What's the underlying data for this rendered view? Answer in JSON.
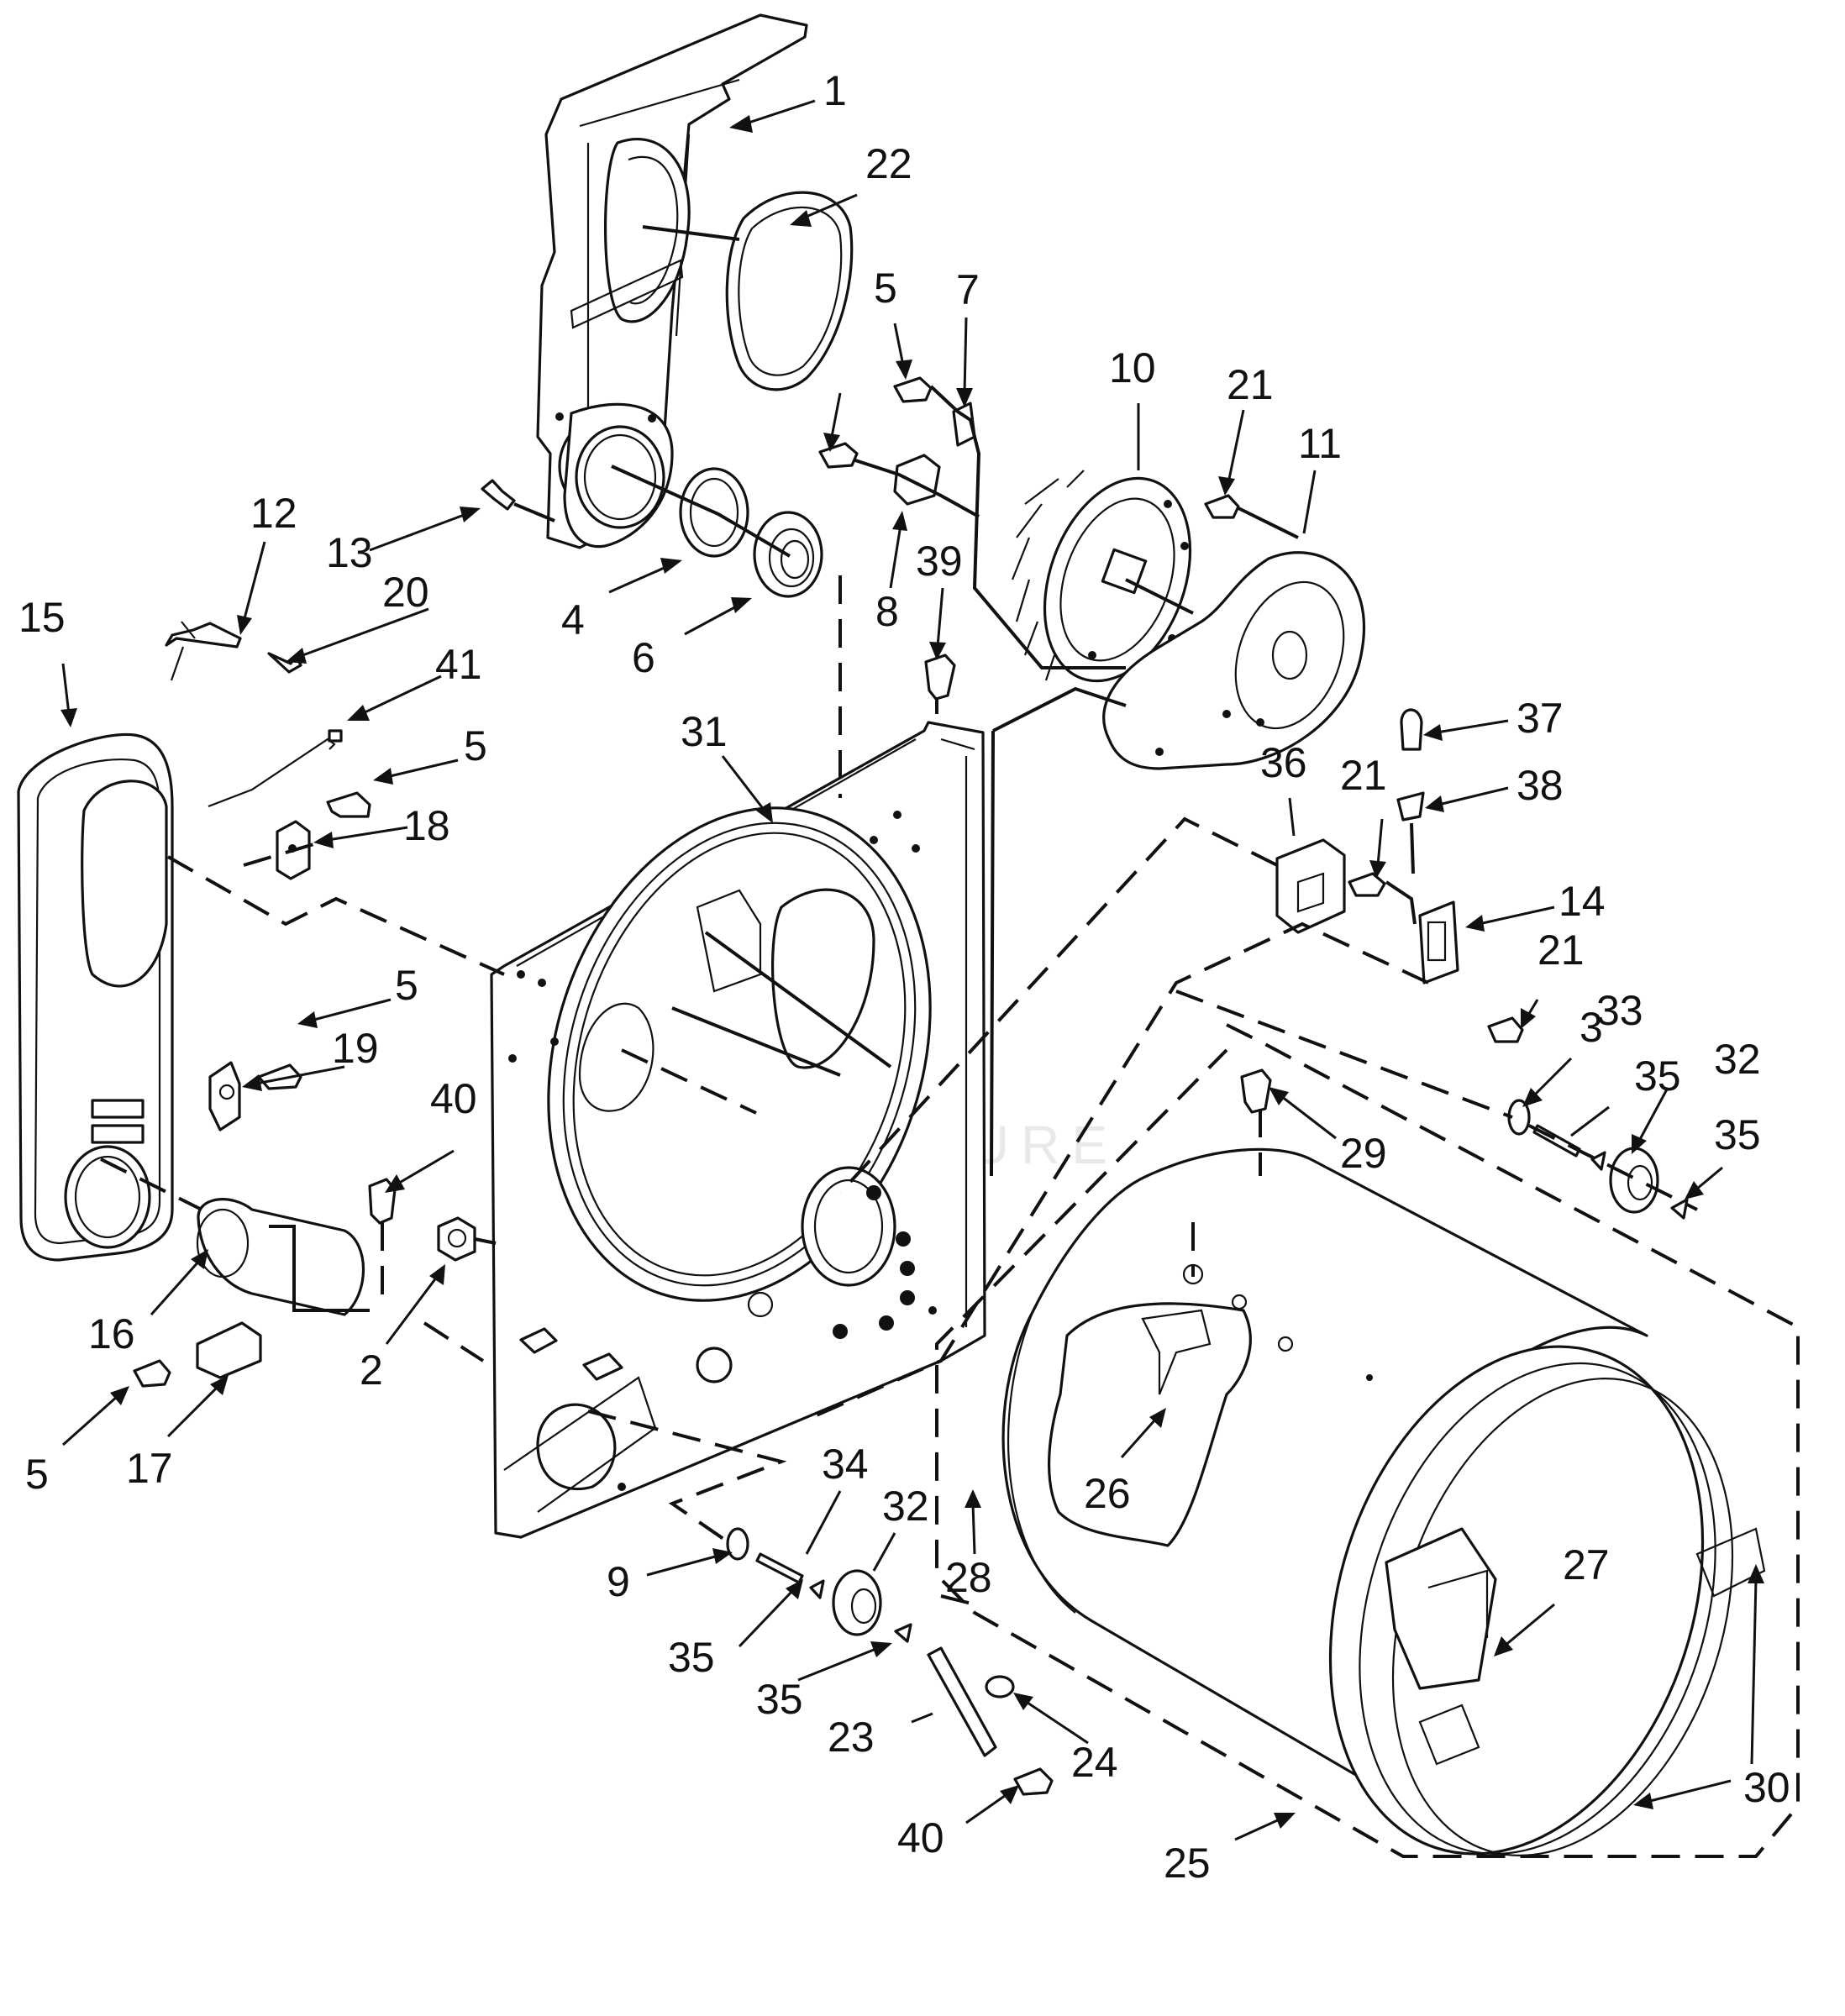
{
  "watermark": "LEADVENTURE",
  "callouts": [
    {
      "id": "c1",
      "text": "1"
    },
    {
      "id": "c22",
      "text": "22"
    },
    {
      "id": "c5a",
      "text": "5"
    },
    {
      "id": "c7",
      "text": "7"
    },
    {
      "id": "c10",
      "text": "10"
    },
    {
      "id": "c21a",
      "text": "21"
    },
    {
      "id": "c11",
      "text": "11"
    },
    {
      "id": "c12",
      "text": "12"
    },
    {
      "id": "c13",
      "text": "13"
    },
    {
      "id": "c20",
      "text": "20"
    },
    {
      "id": "c4",
      "text": "4"
    },
    {
      "id": "c6",
      "text": "6"
    },
    {
      "id": "c8",
      "text": "8"
    },
    {
      "id": "c39",
      "text": "39"
    },
    {
      "id": "c15",
      "text": "15"
    },
    {
      "id": "c41",
      "text": "41"
    },
    {
      "id": "c5b",
      "text": "5"
    },
    {
      "id": "c18",
      "text": "18"
    },
    {
      "id": "c31",
      "text": "31"
    },
    {
      "id": "c37",
      "text": "37"
    },
    {
      "id": "c36",
      "text": "36"
    },
    {
      "id": "c21b",
      "text": "21"
    },
    {
      "id": "c38",
      "text": "38"
    },
    {
      "id": "c14",
      "text": "14"
    },
    {
      "id": "c5c",
      "text": "5"
    },
    {
      "id": "c19",
      "text": "19"
    },
    {
      "id": "c21c",
      "text": "21"
    },
    {
      "id": "c3",
      "text": "3"
    },
    {
      "id": "c33",
      "text": "33"
    },
    {
      "id": "c35a",
      "text": "35"
    },
    {
      "id": "c32a",
      "text": "32"
    },
    {
      "id": "c35b",
      "text": "35"
    },
    {
      "id": "c40a",
      "text": "40"
    },
    {
      "id": "c29",
      "text": "29"
    },
    {
      "id": "c16",
      "text": "16"
    },
    {
      "id": "c2",
      "text": "2"
    },
    {
      "id": "c5d",
      "text": "5"
    },
    {
      "id": "c17",
      "text": "17"
    },
    {
      "id": "c26",
      "text": "26"
    },
    {
      "id": "c34",
      "text": "34"
    },
    {
      "id": "c32b",
      "text": "32"
    },
    {
      "id": "c9",
      "text": "9"
    },
    {
      "id": "c28",
      "text": "28"
    },
    {
      "id": "c27",
      "text": "27"
    },
    {
      "id": "c35c",
      "text": "35"
    },
    {
      "id": "c35d",
      "text": "35"
    },
    {
      "id": "c23",
      "text": "23"
    },
    {
      "id": "c24",
      "text": "24"
    },
    {
      "id": "c30",
      "text": "30"
    },
    {
      "id": "c40b",
      "text": "40"
    },
    {
      "id": "c25",
      "text": "25"
    }
  ]
}
